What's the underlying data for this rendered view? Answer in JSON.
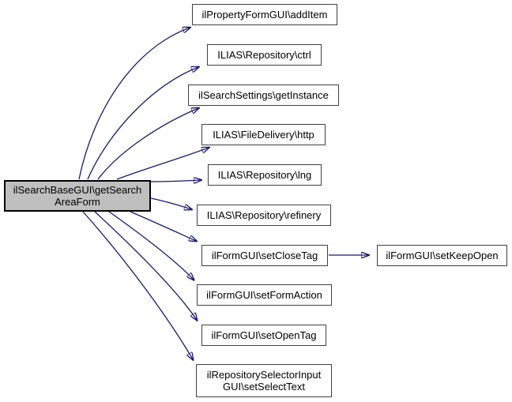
{
  "diagram": {
    "type": "call-graph",
    "colors": {
      "edge": "#191970",
      "node_fill": "#ffffff",
      "node_border": "#404040",
      "main_node_fill": "#bfbfbf",
      "main_node_border": "#000000",
      "background": "#ffffff"
    },
    "nodes": [
      {
        "id": "getSearchAreaForm",
        "role": "caller-main",
        "lines": [
          "ilSearchBaseGUI\\getSearch",
          "AreaForm"
        ]
      },
      {
        "id": "addItem",
        "role": "callee",
        "lines": [
          "ilPropertyFormGUI\\addItem"
        ]
      },
      {
        "id": "ctrl",
        "role": "callee",
        "lines": [
          "ILIAS\\Repository\\ctrl"
        ]
      },
      {
        "id": "getInstance",
        "role": "callee",
        "lines": [
          "ilSearchSettings\\getInstance"
        ]
      },
      {
        "id": "http",
        "role": "callee",
        "lines": [
          "ILIAS\\FileDelivery\\http"
        ]
      },
      {
        "id": "lng",
        "role": "callee",
        "lines": [
          "ILIAS\\Repository\\lng"
        ]
      },
      {
        "id": "refinery",
        "role": "callee",
        "lines": [
          "ILIAS\\Repository\\refinery"
        ]
      },
      {
        "id": "setCloseTag",
        "role": "callee",
        "lines": [
          "ilFormGUI\\setCloseTag"
        ]
      },
      {
        "id": "setKeepOpen",
        "role": "callee",
        "lines": [
          "ilFormGUI\\setKeepOpen"
        ]
      },
      {
        "id": "setFormAction",
        "role": "callee",
        "lines": [
          "ilFormGUI\\setFormAction"
        ]
      },
      {
        "id": "setOpenTag",
        "role": "callee",
        "lines": [
          "ilFormGUI\\setOpenTag"
        ]
      },
      {
        "id": "setSelectText",
        "role": "callee",
        "lines": [
          "ilRepositorySelectorInput",
          "GUI\\setSelectText"
        ]
      }
    ],
    "edges": [
      {
        "from": "getSearchAreaForm",
        "to": "addItem"
      },
      {
        "from": "getSearchAreaForm",
        "to": "ctrl"
      },
      {
        "from": "getSearchAreaForm",
        "to": "getInstance"
      },
      {
        "from": "getSearchAreaForm",
        "to": "http"
      },
      {
        "from": "getSearchAreaForm",
        "to": "lng"
      },
      {
        "from": "getSearchAreaForm",
        "to": "refinery"
      },
      {
        "from": "getSearchAreaForm",
        "to": "setCloseTag"
      },
      {
        "from": "getSearchAreaForm",
        "to": "setFormAction"
      },
      {
        "from": "getSearchAreaForm",
        "to": "setOpenTag"
      },
      {
        "from": "getSearchAreaForm",
        "to": "setSelectText"
      },
      {
        "from": "setCloseTag",
        "to": "setKeepOpen"
      }
    ]
  }
}
